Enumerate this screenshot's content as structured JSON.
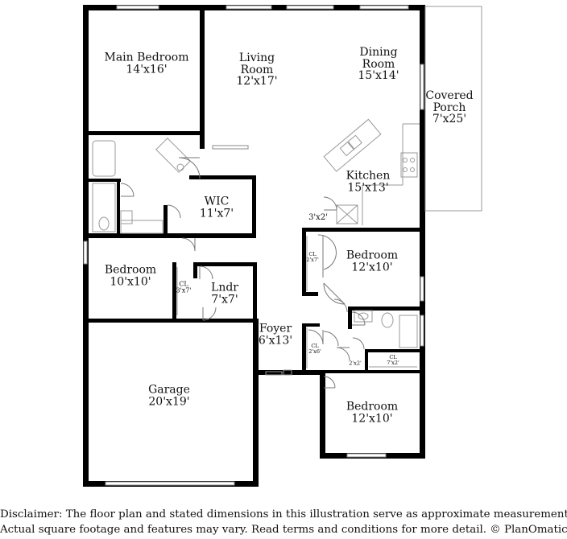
{
  "rooms": {
    "main_bedroom": {
      "name": "Main Bedroom",
      "dims": "14'x16'"
    },
    "living_room": {
      "name": "Living Room",
      "dims": "12'x17'"
    },
    "dining_room": {
      "name": "Dining Room",
      "dims": "15'x14'"
    },
    "covered_porch": {
      "name": "Covered Porch",
      "dims": "7'x25'"
    },
    "kitchen": {
      "name": "Kitchen",
      "dims": "15'x13'"
    },
    "wic": {
      "name": "WIC",
      "dims": "11'x7'"
    },
    "pantry": {
      "name": "",
      "dims": "3'x2'"
    },
    "bedroom_east": {
      "name": "Bedroom",
      "dims": "12'x10'"
    },
    "closet_east": {
      "name": "CL",
      "dims": "2'x7'"
    },
    "bedroom_west": {
      "name": "Bedroom",
      "dims": "10'x10'"
    },
    "closet_west": {
      "name": "CL",
      "dims": "3'x7'"
    },
    "laundry": {
      "name": "Lndr",
      "dims": "7'x7'"
    },
    "foyer": {
      "name": "Foyer",
      "dims": "6'x13'"
    },
    "closet_foyer": {
      "name": "CL",
      "dims": "2'x6'"
    },
    "closet_linen": {
      "name": "",
      "dims": "2'x2'"
    },
    "closet_south": {
      "name": "CL",
      "dims": "7'x2'"
    },
    "bedroom_south": {
      "name": "Bedroom",
      "dims": "12'x10'"
    },
    "garage": {
      "name": "Garage",
      "dims": "20'x19'"
    }
  },
  "disclaimer": {
    "line1": "Disclaimer: The floor plan and stated dimensions in this illustration serve as approximate measurements.",
    "line2": "Actual square footage and features may vary. Read terms and conditions for more detail. © PlanOmatic"
  }
}
